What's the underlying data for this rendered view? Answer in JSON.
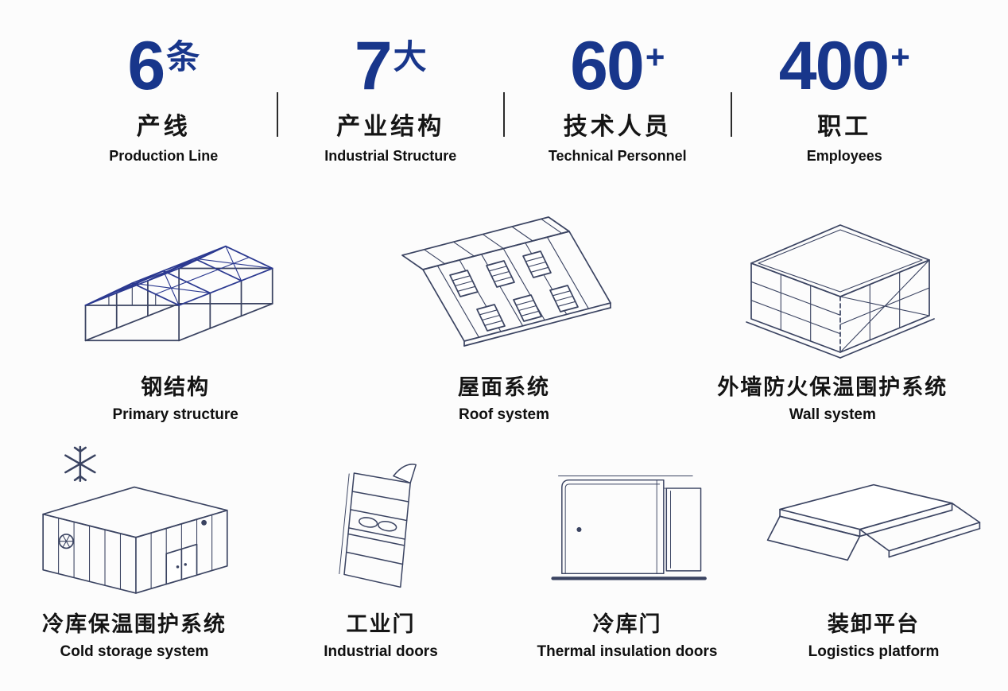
{
  "stats": [
    {
      "number": "6",
      "suffix": "条",
      "label_zh": "产线",
      "label_en": "Production Line"
    },
    {
      "number": "7",
      "suffix": "大",
      "label_zh": "产业结构",
      "label_en": "Industrial Structure"
    },
    {
      "number": "60",
      "suffix": "+",
      "label_zh": "技术人员",
      "label_en": "Technical Personnel"
    },
    {
      "number": "400",
      "suffix": "+",
      "label_zh": "职工",
      "label_en": "Employees"
    }
  ],
  "products": [
    {
      "icon": "steel-structure-icon",
      "label_zh": "钢结构",
      "label_en": "Primary structure"
    },
    {
      "icon": "roof-system-icon",
      "label_zh": "屋面系统",
      "label_en": "Roof system"
    },
    {
      "icon": "wall-system-icon",
      "label_zh": "外墙防火保温围护系统",
      "label_en": "Wall system"
    },
    {
      "icon": "cold-storage-icon",
      "label_zh": "冷库保温围护系统",
      "label_en": "Cold storage system"
    },
    {
      "icon": "industrial-door-icon",
      "label_zh": "工业门",
      "label_en": "Industrial doors"
    },
    {
      "icon": "thermal-insulation-door-icon",
      "label_zh": "冷库门",
      "label_en": "Thermal insulation doors"
    },
    {
      "icon": "logistics-platform-icon",
      "label_zh": "装卸平台",
      "label_en": "Logistics platform"
    }
  ],
  "colors": {
    "accent": "#18368b",
    "line-dark": "#3a4361",
    "line-blue": "#2b3990",
    "text": "#111111"
  }
}
